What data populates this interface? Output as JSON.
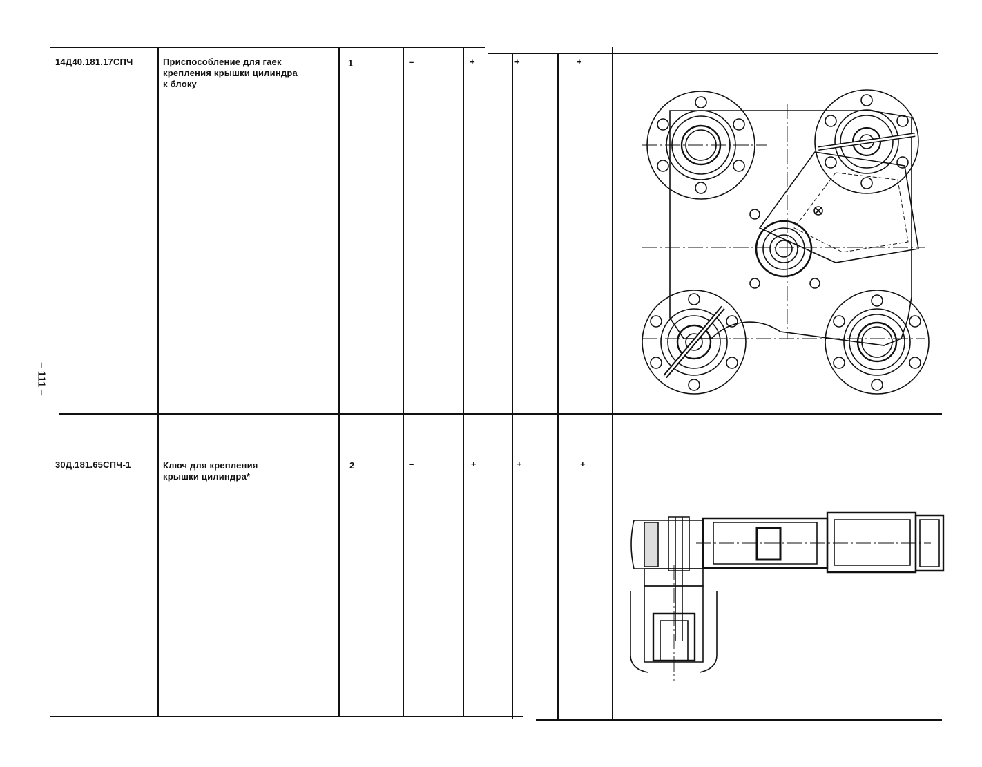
{
  "page_number": "– 111 –",
  "rows": [
    {
      "designation": "14Д40.181.17СПЧ",
      "name": "Приспособление для гаек\nкрепления крышки цилиндра\nк блоку",
      "quantity": "1",
      "col4": "–",
      "col5": "+",
      "col6": "+",
      "col7": "+"
    },
    {
      "designation": "30Д.181.65СПЧ-1",
      "name": "Ключ для крепления\nкрышки цилиндра*",
      "quantity": "2",
      "col4": "–",
      "col5": "+",
      "col6": "+",
      "col7": "+"
    }
  ]
}
